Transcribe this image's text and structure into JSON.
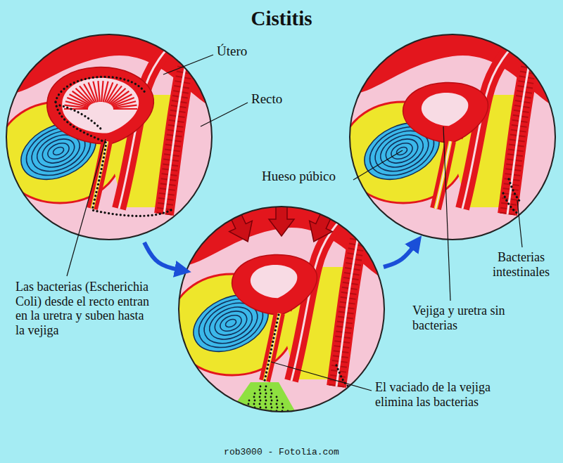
{
  "diagram": {
    "title": "Cistitis",
    "labels": [
      "Útero",
      "Recto",
      "Hueso púbico",
      "Las bacterias (Escherichia Coli) desde el recto entran en la uretra y suben hasta la vejiga",
      "El vaciado de la vejiga elimina las bacterias",
      "Vejiga y uretra sin bacterias",
      "Bacterias intestinales",
      "rob3000 - Fotolia.com"
    ]
  }
}
